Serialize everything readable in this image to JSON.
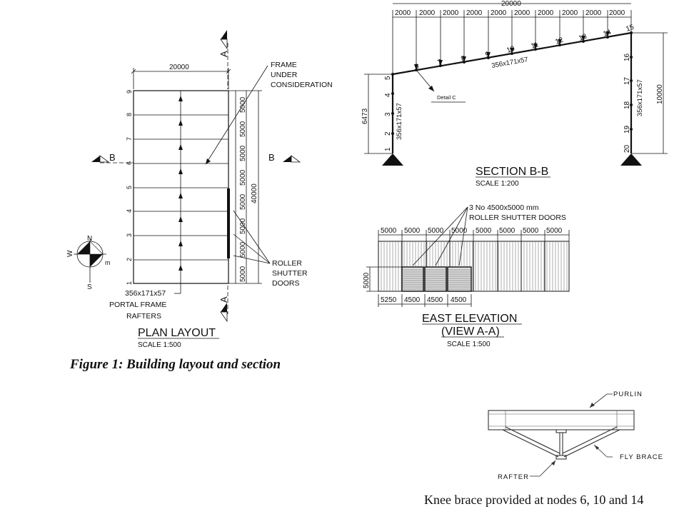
{
  "caption": "Figure 1: Building layout and section",
  "footnote": "Knee brace provided at nodes 6, 10 and 14",
  "plan": {
    "title": "PLAN LAYOUT",
    "scale": "SCALE 1:500",
    "width_dim": "20000",
    "length_dim": "40000",
    "bay_dims": [
      "5000",
      "5000",
      "5000",
      "5000",
      "5000",
      "5000",
      "5000",
      "5000"
    ],
    "frame_numbers": [
      "1",
      "2",
      "3",
      "4",
      "5",
      "6",
      "7",
      "8",
      "9"
    ],
    "frame_label": [
      "FRAME",
      "UNDER",
      "CONSIDERATION"
    ],
    "doors_label": [
      "ROLLER",
      "SHUTTER",
      "DOORS"
    ],
    "rafter_label": [
      "356x171x57",
      "PORTAL FRAME",
      "RAFTERS"
    ],
    "section_mark_b": "B",
    "section_mark_a": "A",
    "compass": {
      "n": "N",
      "s": "S",
      "w": "W",
      "e": "m"
    }
  },
  "section": {
    "title": "SECTION B-B",
    "scale": "SCALE 1:200",
    "span_dim": "20000",
    "segment_dims": [
      "2000",
      "2000",
      "2000",
      "2000",
      "2000",
      "2000",
      "2000",
      "2000",
      "2000",
      "2000"
    ],
    "eaves_height": "6473",
    "ridge_height": "10000",
    "rafter_section": "356x171x57",
    "left_column_section": "356x171x57",
    "right_column_section": "356x171x57",
    "detail_label": "Detail C",
    "left_column_nodes": [
      "1",
      "2",
      "3",
      "4"
    ],
    "rafter_nodes": [
      "5",
      "6",
      "7",
      "8",
      "9",
      "10",
      "11",
      "12",
      "13",
      "14",
      "15"
    ],
    "right_column_nodes": [
      "16",
      "17",
      "18",
      "19",
      "20"
    ]
  },
  "elevation": {
    "title": "EAST ELEVATION",
    "subtitle": "(VIEW A-A)",
    "scale": "SCALE 1:500",
    "bay_dims": [
      "5000",
      "5000",
      "5000",
      "5000",
      "5000",
      "5000",
      "5000",
      "5000"
    ],
    "bottom_dims": [
      "5250",
      "4500",
      "4500",
      "4500"
    ],
    "door_height": "5000",
    "doors_note": [
      "3 No 4500x5000 mm",
      "ROLLER SHUTTER DOORS"
    ]
  },
  "detail": {
    "purlin_label": "PURLIN",
    "fly_brace_label": "FLY BRACE",
    "rafter_label": "RAFTER"
  }
}
